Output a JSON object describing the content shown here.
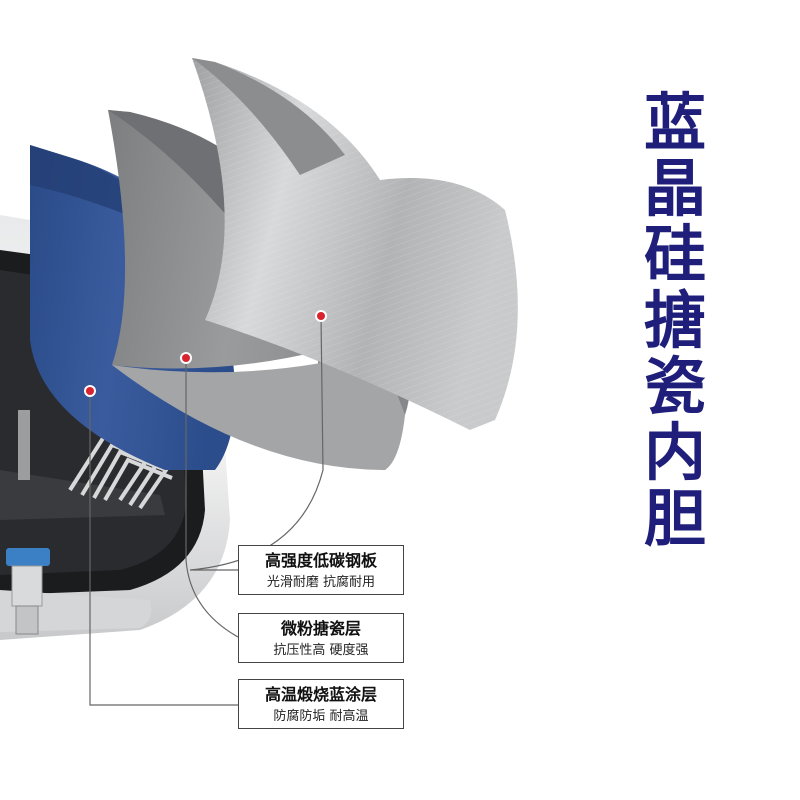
{
  "title_chars": [
    "蓝",
    "晶",
    "硅",
    "搪",
    "瓷",
    "内",
    "胆"
  ],
  "layers": [
    {
      "title": "高强度低碳钢板",
      "subtitle": "光滑耐磨 抗腐耐用"
    },
    {
      "title": "微粉搪瓷层",
      "subtitle": "抗压性高 硬度强"
    },
    {
      "title": "高温煅烧蓝涂层",
      "subtitle": "防腐防垢 耐高温"
    }
  ],
  "colors": {
    "title": "#1f1e7a",
    "blue_coating": "#2d4f8f",
    "gray_enamel": "#8a8b8d",
    "steel": "#b8b9bb",
    "marker": "#d9232e"
  }
}
